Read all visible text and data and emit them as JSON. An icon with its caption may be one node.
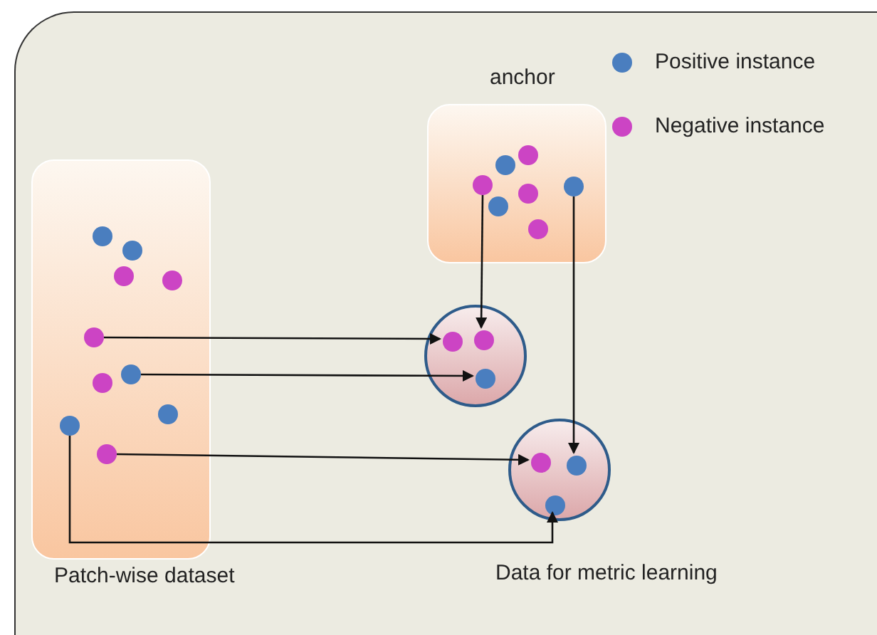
{
  "diagram": {
    "nodes": [
      {
        "text": [
          "Patch-wise dataset"
        ]
      },
      {
        "text": [],
        "shape": "circle",
        "in": 0
      },
      {
        "text": [],
        "shape": "circle",
        "in": 0
      },
      {
        "text": [],
        "shape": "circle",
        "in": 0
      },
      {
        "text": [],
        "shape": "circle",
        "in": 0
      },
      {
        "text": [],
        "shape": "circle",
        "in": 0
      },
      {
        "text": [],
        "shape": "circle",
        "in": 0
      },
      {
        "text": [],
        "shape": "circle",
        "in": 0
      },
      {
        "text": [],
        "shape": "circle",
        "in": 0
      },
      {
        "text": [],
        "shape": "circle",
        "in": 0
      },
      {
        "text": [],
        "shape": "circle",
        "in": 0
      },
      {
        "text": [
          "anchor"
        ]
      },
      {
        "text": [],
        "shape": "circle",
        "in": 11
      },
      {
        "text": [],
        "shape": "circle",
        "in": 11
      },
      {
        "text": [],
        "shape": "circle",
        "in": 11
      },
      {
        "text": [],
        "shape": "circle",
        "in": 11
      },
      {
        "text": [],
        "shape": "circle",
        "in": 11
      },
      {
        "text": [],
        "shape": "circle",
        "in": 11
      },
      {
        "text": [],
        "shape": "circle",
        "in": 11
      },
      {
        "text": [],
        "shape": "circle"
      },
      {
        "text": [],
        "shape": "circle",
        "in": 19
      },
      {
        "text": [],
        "shape": "circle",
        "in": 19
      },
      {
        "text": [],
        "shape": "circle",
        "in": 19
      },
      {
        "text": [],
        "shape": "circle"
      },
      {
        "text": [],
        "shape": "circle",
        "in": 23
      },
      {
        "text": [],
        "shape": "circle",
        "in": 23
      },
      {
        "text": [],
        "shape": "circle",
        "in": 23
      }
    ],
    "edges": [
      {
        "from": 5,
        "to": 20,
        "arrow": "to"
      },
      {
        "from": 6,
        "to": 22,
        "arrow": "to"
      },
      {
        "from": 10,
        "to": 24,
        "arrow": "to"
      },
      {
        "from": 9,
        "to": 26,
        "arrow": "to"
      },
      {
        "from": 14,
        "to": 21,
        "arrow": "to"
      },
      {
        "from": 15,
        "to": 25,
        "arrow": "to"
      }
    ],
    "labels": [
      "Data for metric learning"
    ],
    "legend": [
      {
        "text": "Positive instance",
        "color": "#4a7ebf"
      },
      {
        "text": "Negative instance",
        "color": "#cc44c4"
      }
    ]
  }
}
